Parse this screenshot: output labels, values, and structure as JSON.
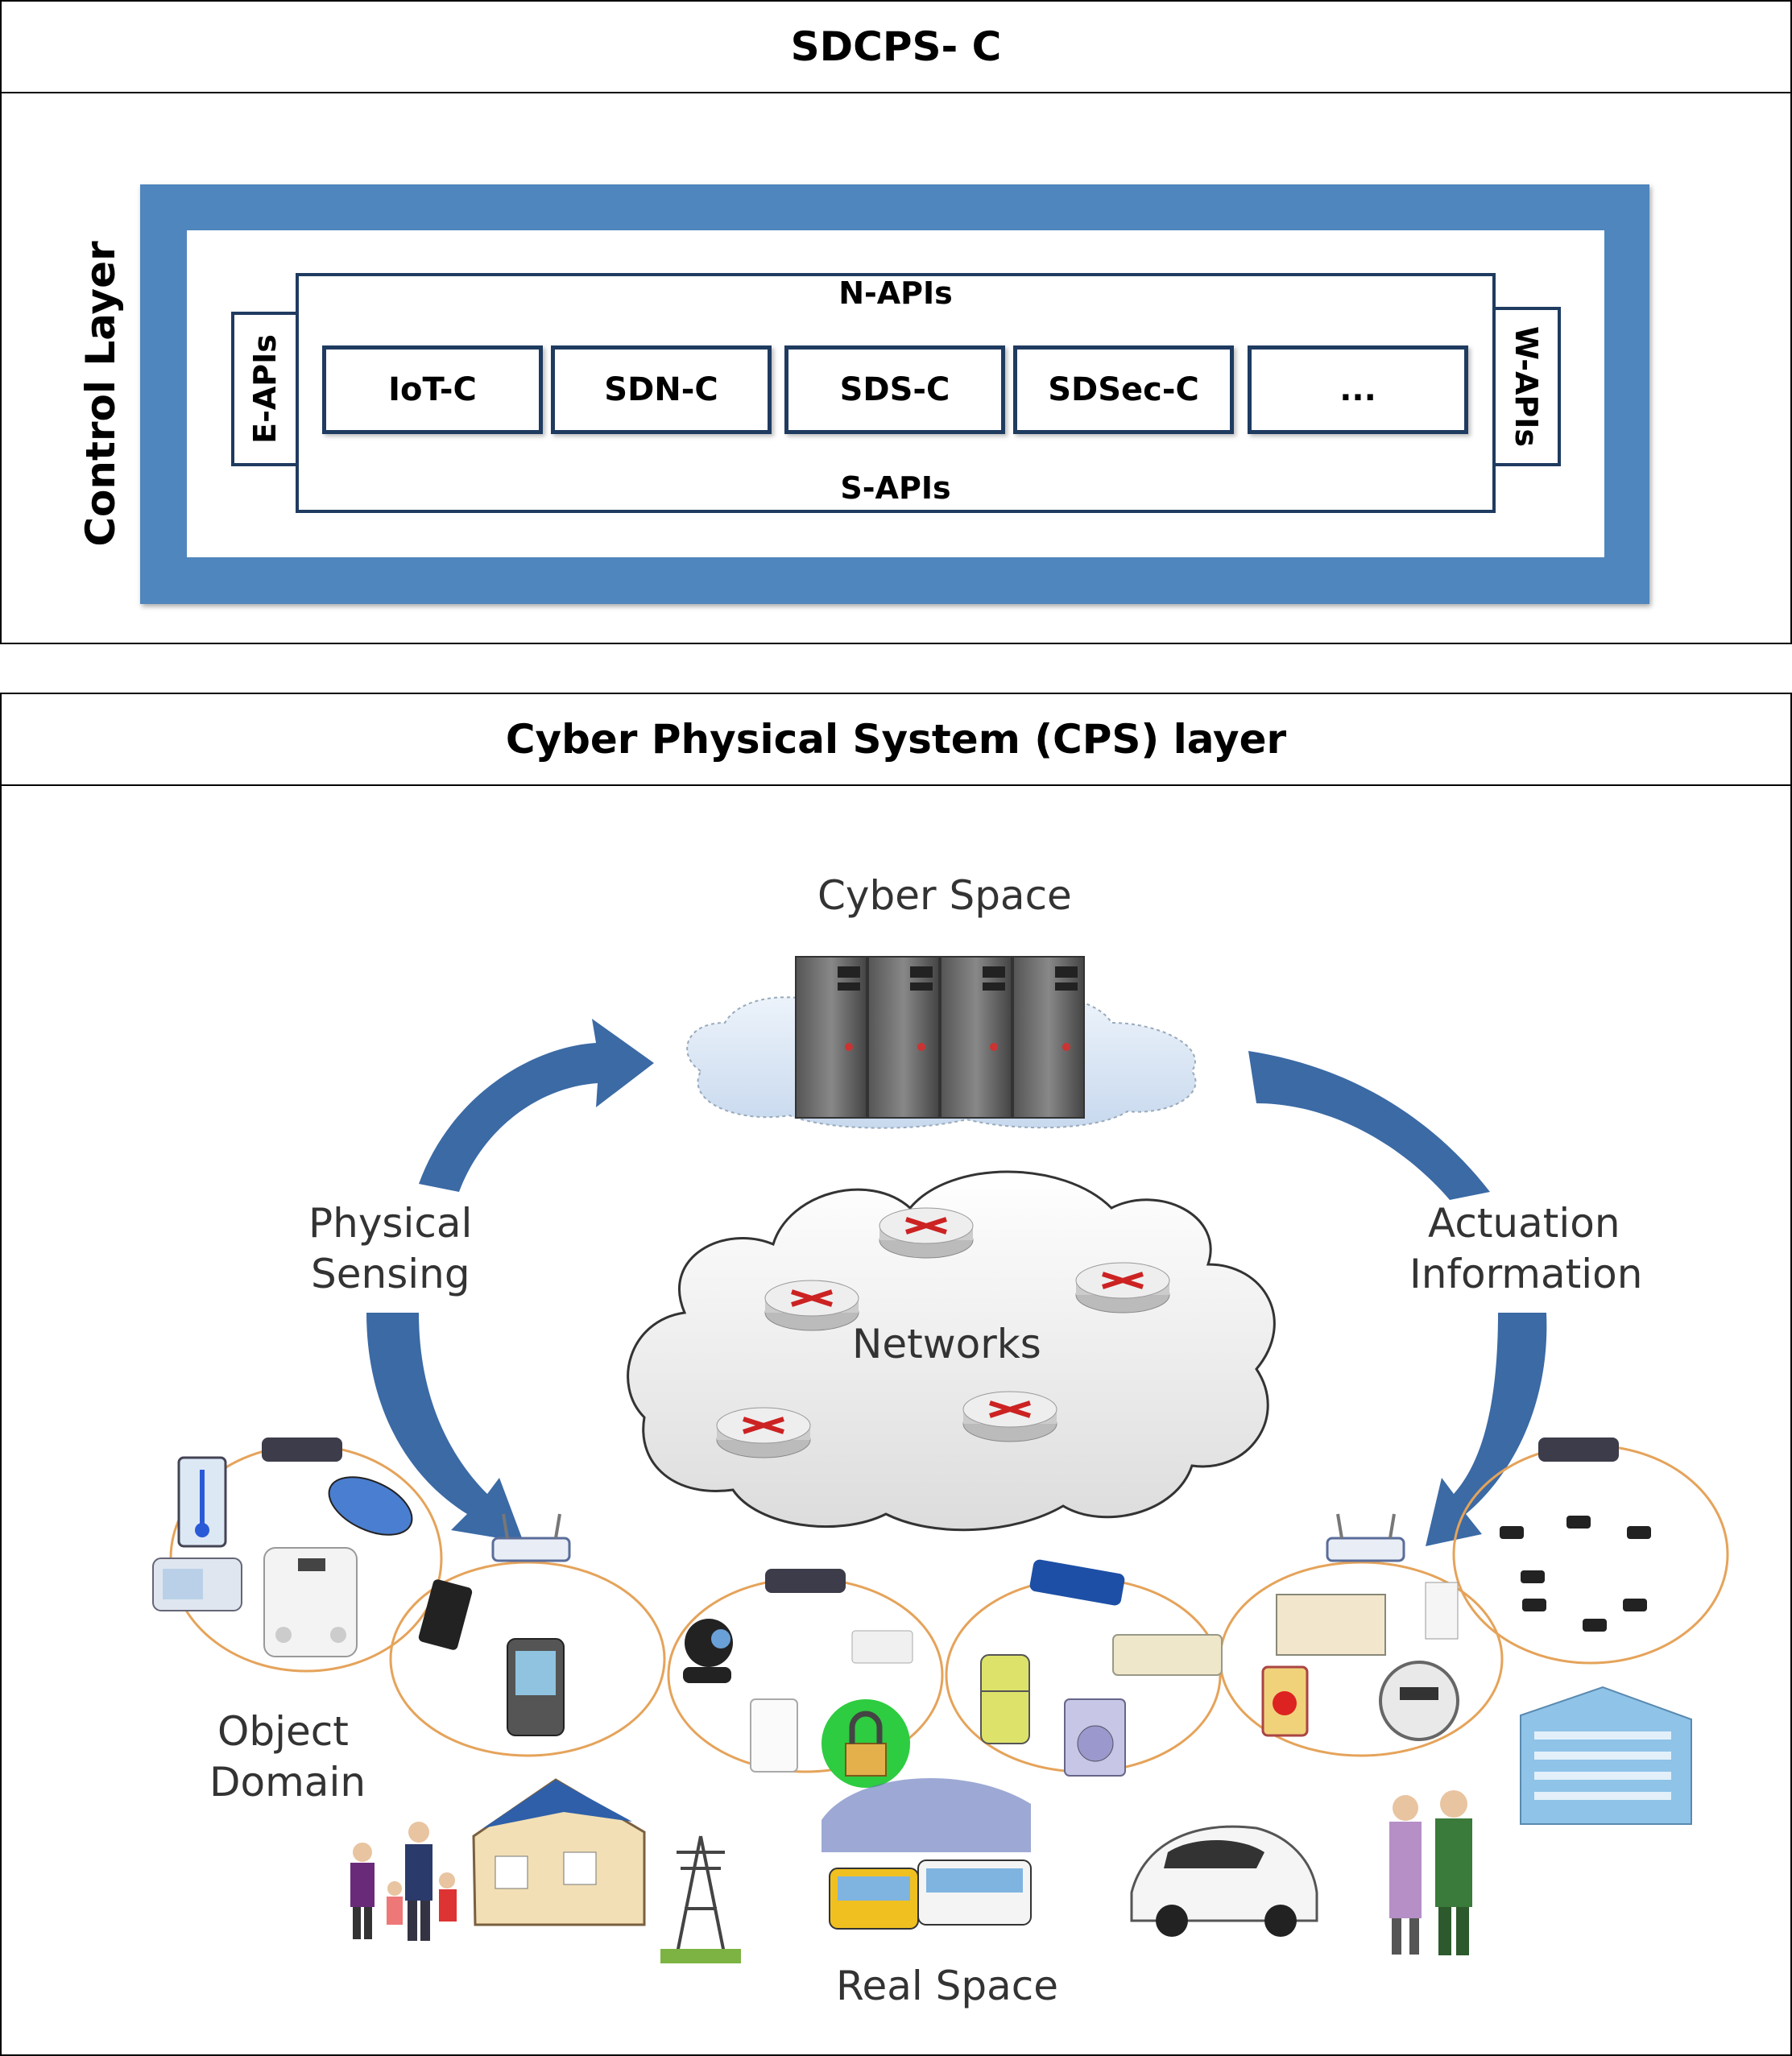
{
  "top_panel": {
    "title": "SDCPS-  C"
  },
  "control_layer": {
    "label": "Control Layer",
    "n_apis": "N-APIs",
    "s_apis": "S-APIs",
    "e_apis": "E-APIs",
    "w_apis": "W-APIs",
    "controllers": [
      "IoT-C",
      "SDN-C",
      "SDS-C",
      "SDSec-C",
      "..."
    ]
  },
  "bottom_panel": {
    "title": "Cyber Physical System (CPS) layer"
  },
  "cps": {
    "cyber_space": "Cyber Space",
    "physical_sensing_1": "Physical",
    "physical_sensing_2": "Sensing",
    "actuation_1": "Actuation",
    "actuation_2": "Information",
    "networks": "Networks",
    "object_domain_1": "Object",
    "object_domain_2": "Domain",
    "real_space": "Real Space"
  },
  "colors": {
    "control_blue": "#4f86bd",
    "api_border": "#1f3b60",
    "arrow_blue": "#3b6aa5",
    "domain_ring": "#e5a35a"
  }
}
